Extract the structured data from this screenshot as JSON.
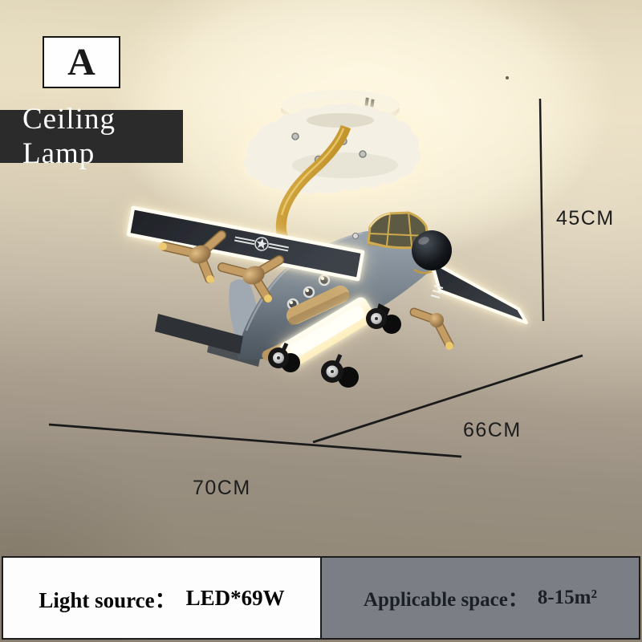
{
  "badge": {
    "label": "A"
  },
  "product_label": {
    "text": "Ceiling Lamp"
  },
  "dimensions": {
    "height": "45CM",
    "depth": "66CM",
    "width": "70CM"
  },
  "specs": {
    "light_source_label": "Light source：",
    "light_source_value": "LED*69W",
    "applicable_space_label": "Applicable space：",
    "applicable_space_value": "8-15m²"
  },
  "colors": {
    "label_box_bg": "#2b2b2b",
    "spec_box_gray": "#7b7f85",
    "accent_gold": "#c79b35",
    "dimension_line": "#1b1b1b",
    "background_beige": "#e0d5ba"
  }
}
